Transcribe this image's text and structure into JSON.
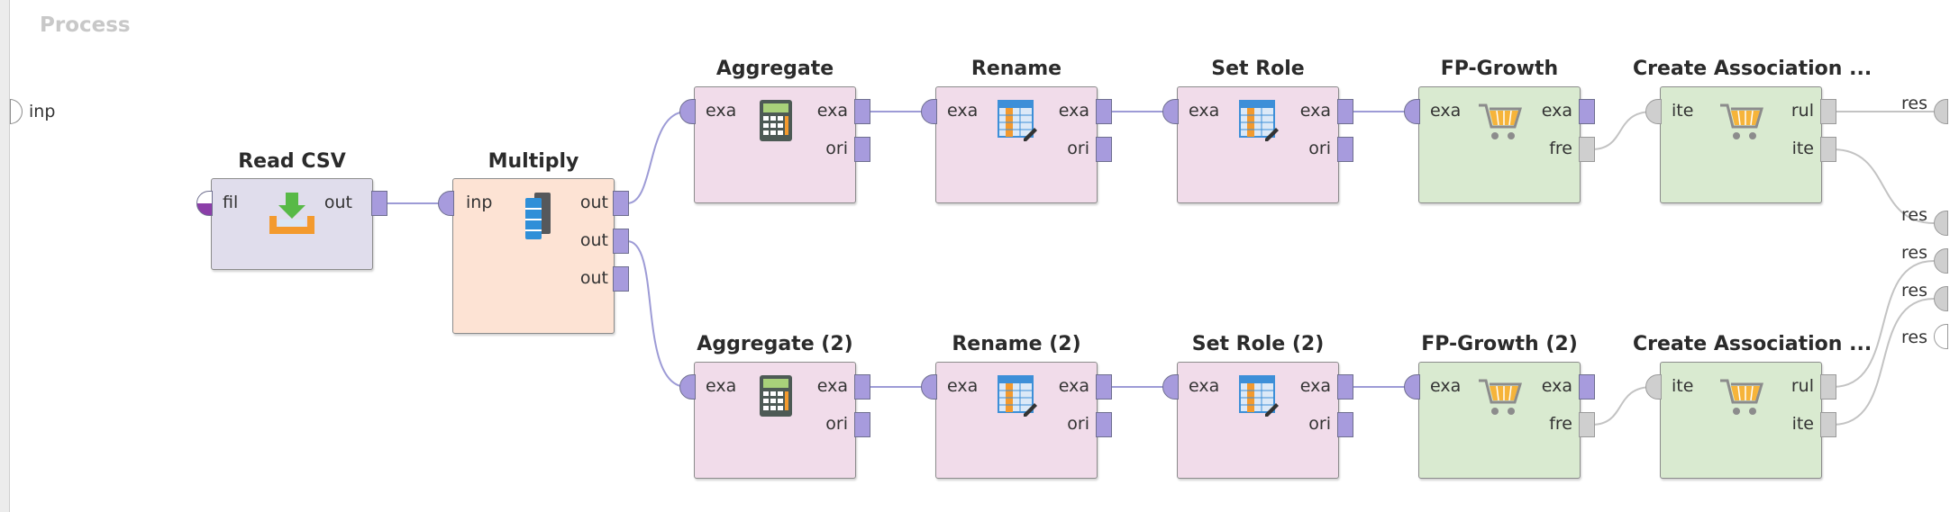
{
  "process": {
    "title": "Process"
  },
  "process_ports": {
    "input_label": "inp",
    "result_label": "res"
  },
  "operators": {
    "read_csv": {
      "title": "Read CSV",
      "ports": [
        "fil",
        "out"
      ]
    },
    "multiply": {
      "title": "Multiply",
      "ports": [
        "inp",
        "out",
        "out",
        "out"
      ]
    },
    "aggregate": {
      "title": "Aggregate",
      "ports": [
        "exa",
        "exa",
        "ori"
      ]
    },
    "rename": {
      "title": "Rename",
      "ports": [
        "exa",
        "exa",
        "ori"
      ]
    },
    "set_role": {
      "title": "Set Role",
      "ports": [
        "exa",
        "exa",
        "ori"
      ]
    },
    "fp_growth": {
      "title": "FP-Growth",
      "ports": [
        "exa",
        "exa",
        "fre"
      ]
    },
    "create_assoc": {
      "title": "Create Association ...",
      "ports": [
        "ite",
        "rul",
        "ite"
      ]
    },
    "aggregate2": {
      "title": "Aggregate (2)",
      "ports": [
        "exa",
        "exa",
        "ori"
      ]
    },
    "rename2": {
      "title": "Rename (2)",
      "ports": [
        "exa",
        "exa",
        "ori"
      ]
    },
    "set_role2": {
      "title": "Set Role (2)",
      "ports": [
        "exa",
        "exa",
        "ori"
      ]
    },
    "fp_growth2": {
      "title": "FP-Growth (2)",
      "ports": [
        "exa",
        "exa",
        "fre"
      ]
    },
    "create_assoc2": {
      "title": "Create Association ...",
      "ports": [
        "ite",
        "rul",
        "ite"
      ]
    }
  },
  "colors": {
    "wire": "#9d9bd6",
    "wire_gray": "#c3c3c3",
    "port_purple": "#a79bdd",
    "port_gray": "#cfcfcf",
    "read_csv_bg": "#e0ddec",
    "multiply_bg": "#fde3d4",
    "transform_bg": "#f1dcea",
    "fp_bg": "#d9ead0"
  }
}
